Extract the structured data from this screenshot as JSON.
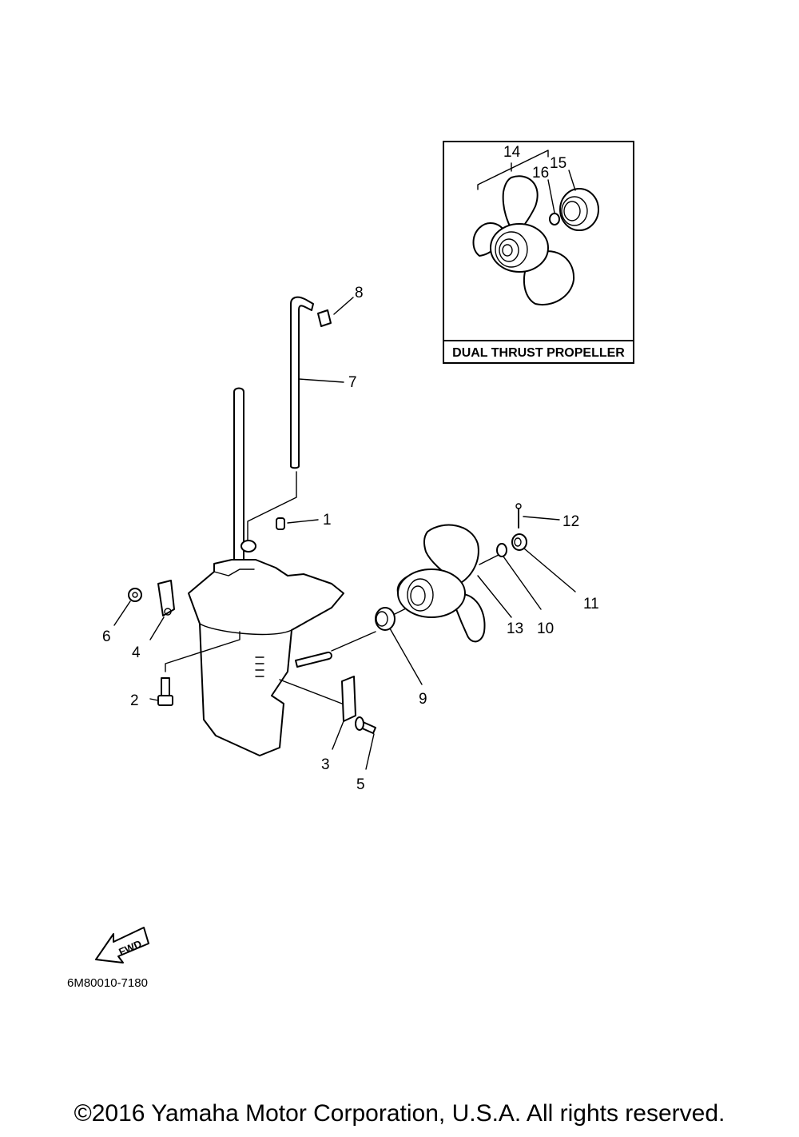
{
  "inset": {
    "title": "DUAL THRUST PROPELLER"
  },
  "callouts": {
    "c1": "1",
    "c2": "2",
    "c3": "3",
    "c4": "4",
    "c5": "5",
    "c6": "6",
    "c7": "7",
    "c8": "8",
    "c9": "9",
    "c10": "10",
    "c11": "11",
    "c12": "12",
    "c13": "13",
    "c14": "14",
    "c15": "15",
    "c16": "16"
  },
  "fwd_label": "FWD",
  "diagram_code": "6M80010-7180",
  "copyright": "©2016 Yamaha Motor Corporation, U.S.A. All rights reserved."
}
